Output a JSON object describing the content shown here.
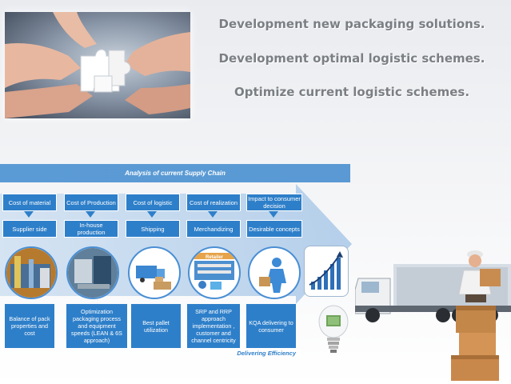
{
  "headlines": [
    "Development new packaging solutions.",
    "Development optimal logistic schemes.",
    "Optimize current logistic schemes."
  ],
  "diagram": {
    "title": "Analysis of current Supply Chain",
    "stages": [
      {
        "head": "Cost of material",
        "sub": "Supplier side",
        "bottom": "Balance of pack properties and cost"
      },
      {
        "head": "Cost of Production",
        "sub": "In-house production",
        "bottom": "Optimization packaging process and equipment speeds (LEAN & 6S approach)"
      },
      {
        "head": "Cost of logistic",
        "sub": "Shipping",
        "bottom": "Best pallet utilization"
      },
      {
        "head": "Cost of realization",
        "sub": "Merchandizing",
        "bottom": "SRP and RRP approach implementation , customer and channel centricity"
      },
      {
        "head": "Impact to consumer decision",
        "sub": "Desirable concepts",
        "bottom": "KQA delivering to consumer"
      }
    ],
    "retailer_label": "Retailer",
    "footer": "Delivering Efficiency"
  },
  "colors": {
    "primary": "#2e7fc9",
    "banner": "#5b9bd5",
    "headline": "#7b7f84"
  }
}
